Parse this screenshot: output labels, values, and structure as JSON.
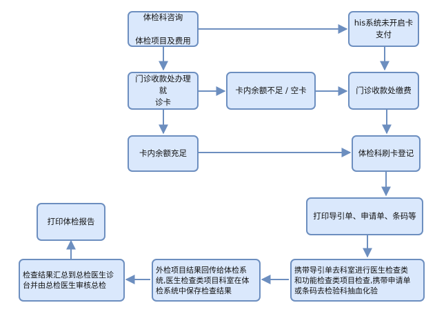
{
  "nodes": {
    "tijian_zixun": "体检科咨询\n\n体检项目及费用",
    "his_not_open": "his系统未开启卡\n支付",
    "banli_jiuzhenka": "门诊收款处办理就\n诊卡",
    "yue_buzu": "卡内余额不足 / 空卡",
    "jiaofei": "门诊收款处缴费",
    "yue_chongzu": "卡内余额充足",
    "shuaka_dengji": "体检科刷卡登记",
    "dayin_daoyindan": "打印导引单、申请单、条码等",
    "dayin_baogao": "打印体检报告",
    "xiedai_daoyindan": "携带导引单去科室进行医生检查类\n和功能检查类项目检查,携带申请单\n或条码去检验科抽血化验",
    "waijian_jieguo": "外检项目结果回传给体检系\n统,医生检查类项目科室在体\n检系统中保存检查结果",
    "huizong_shenhe": "检查结果汇总到总检医生诊\n台并由总检医生审核总检"
  },
  "colors": {
    "fill": "#dae8fc",
    "stroke": "#6c8ebf",
    "arrow": "#6c8ebf"
  }
}
